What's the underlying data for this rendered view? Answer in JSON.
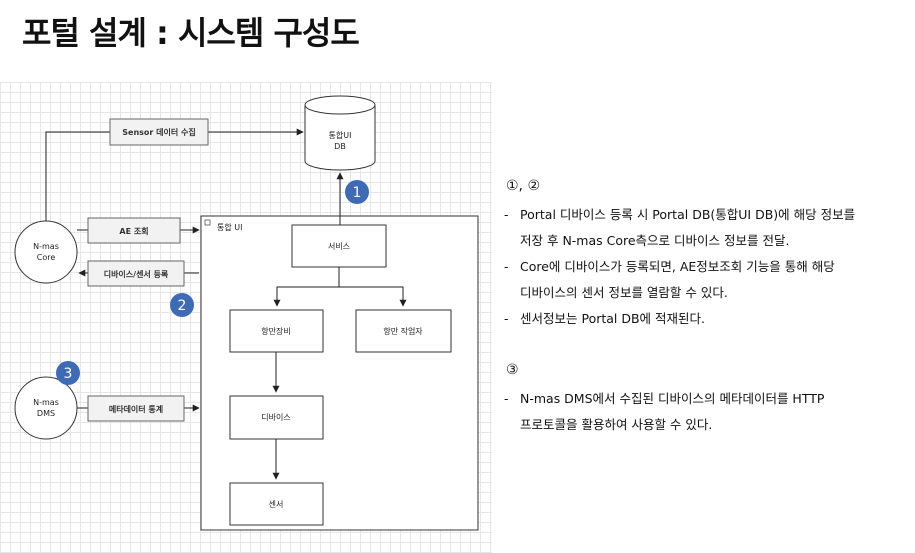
{
  "title": "포털 설계 : 시스템 구성도",
  "diagram": {
    "db": {
      "line1": "통합UI",
      "line2": "DB"
    },
    "nmas_core": {
      "line1": "N-mas",
      "line2": "Core"
    },
    "nmas_dms": {
      "line1": "N-mas",
      "line2": "DMS"
    },
    "sensor_collect": "Sensor 데이터 수집",
    "ae_query": "AE 조회",
    "device_sensor_register": "디바이스/센서 등록",
    "metadata_stats": "메타데이터 통계",
    "integrated_ui": "통합 UI",
    "service": "서비스",
    "port_equipment": "항만장비",
    "port_worker": "항만 작업자",
    "device": "디바이스",
    "sensor": "센서",
    "badges": [
      "1",
      "2",
      "3"
    ],
    "colors": {
      "badge": "#3f6bb5",
      "box_fill": "#f2f2f2",
      "stroke": "#333333"
    }
  },
  "notes": {
    "section1": {
      "heading": "①, ②",
      "items": [
        [
          "Portal 디바이스 등록 시 Portal DB(통합UI DB)에 해당 정보를",
          "저장 후  N-mas Core측으로 디바이스 정보를 전달."
        ],
        [
          "Core에 디바이스가 등록되면, AE정보조회 기능을 통해 해당",
          "디바이스의 센서 정보를 열람할 수 있다."
        ],
        [
          "센서정보는 Portal DB에 적재된다."
        ]
      ]
    },
    "section2": {
      "heading": "③",
      "items": [
        [
          "N-mas DMS에서 수집된 디바이스의 메타데이터를 HTTP",
          "프로토콜을 활용하여 사용할 수 있다."
        ]
      ]
    },
    "bullet": "-"
  }
}
